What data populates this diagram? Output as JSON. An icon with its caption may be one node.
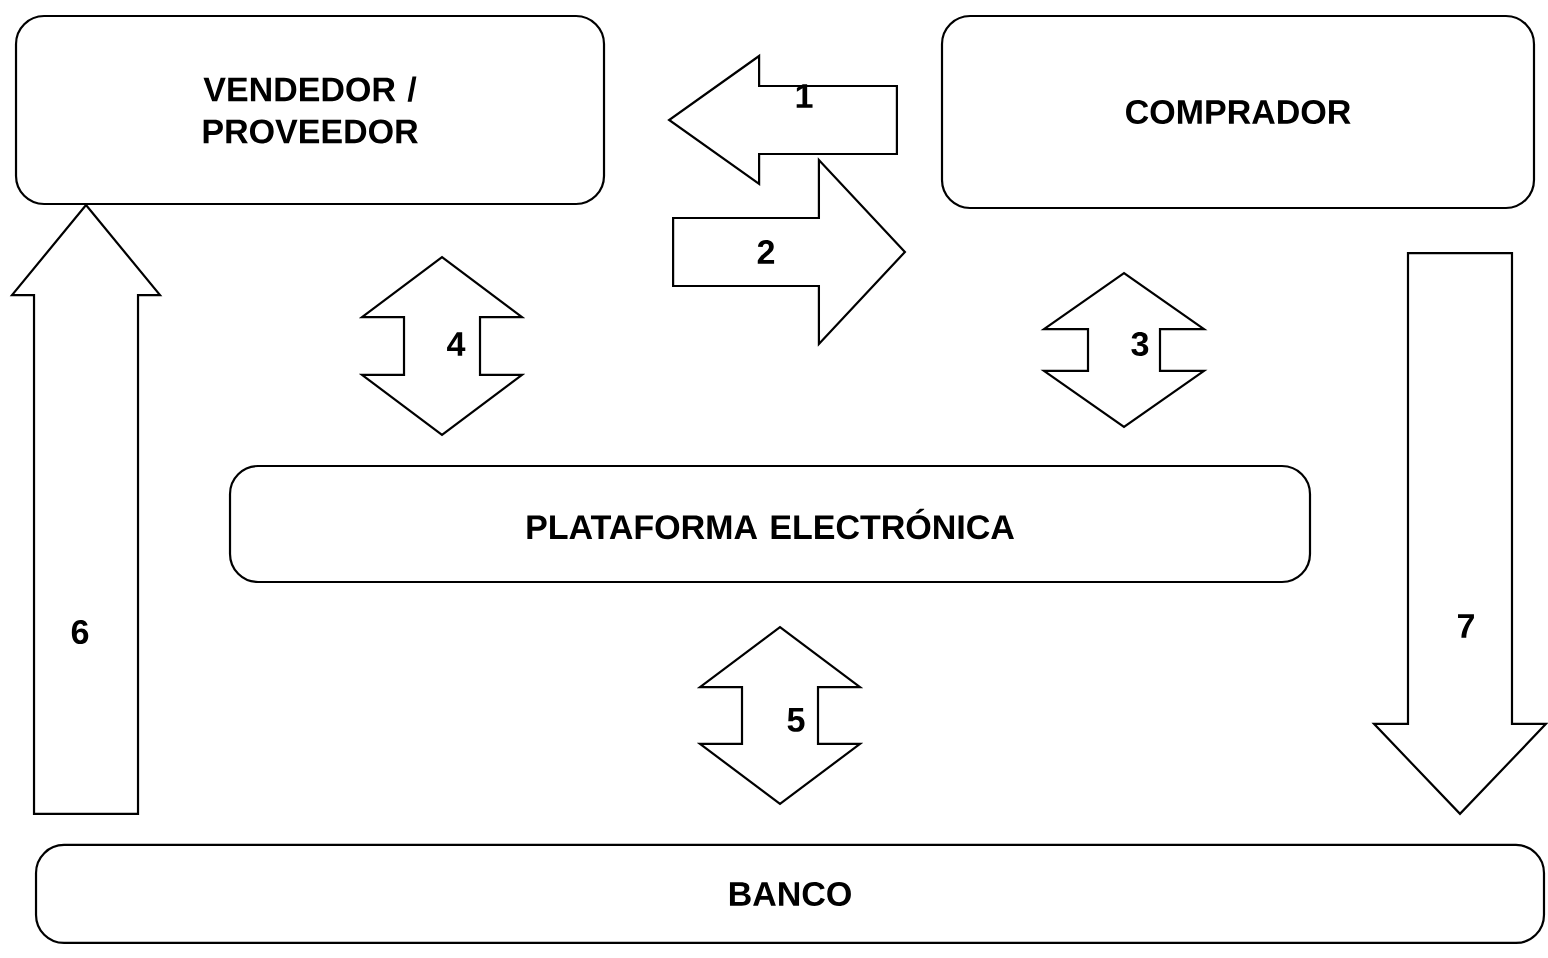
{
  "diagram": {
    "nodes": [
      {
        "text": [
          "VENDEDOR / PROVEEDOR"
        ]
      },
      {
        "text": [
          "COMPRADOR"
        ]
      },
      {
        "text": [
          "PLATAFORMA ELECTRÓNICA"
        ]
      },
      {
        "text": [
          "BANCO"
        ]
      }
    ],
    "edges": [
      {
        "from": 1,
        "to": 0,
        "arrow": "to",
        "label": "1"
      },
      {
        "from": 0,
        "to": 1,
        "arrow": "to",
        "label": "2"
      },
      {
        "from": 1,
        "to": 2,
        "arrow": "both",
        "label": "3"
      },
      {
        "from": 0,
        "to": 2,
        "arrow": "both",
        "label": "4"
      },
      {
        "from": 2,
        "to": 3,
        "arrow": "both",
        "label": "5"
      },
      {
        "from": 3,
        "to": 0,
        "arrow": "to",
        "label": "6"
      },
      {
        "from": 1,
        "to": 3,
        "arrow": "to",
        "label": "7"
      }
    ]
  }
}
